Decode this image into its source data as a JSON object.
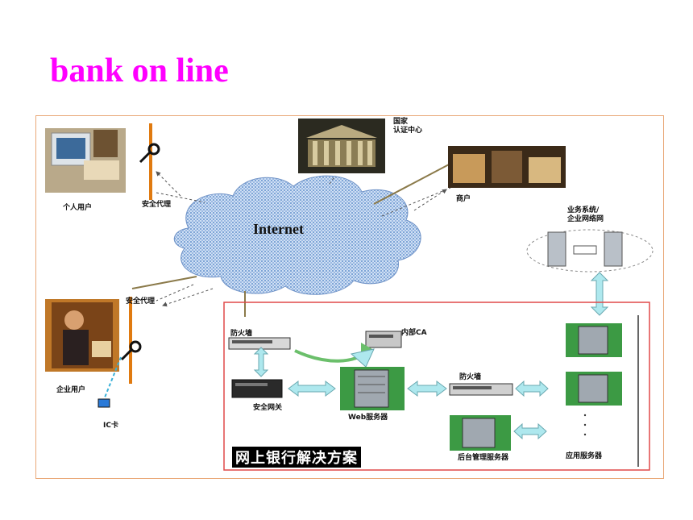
{
  "page": {
    "title": "bank on line"
  },
  "diagram": {
    "internet_label": "Internet",
    "cert_center_label": "国家\n认证中心",
    "merchant_label": "商户",
    "personal_user_label": "个人用户",
    "security_proxy_top_label": "安全代理",
    "security_proxy_left_label": "安全代理",
    "enterprise_user_label": "企业用户",
    "ic_card_label": "IC卡",
    "business_system_label": "业务系统/\n企业网络网",
    "firewall_label_1": "防火墙",
    "firewall_label_2": "防火墙",
    "internal_ca_label": "内部CA",
    "security_gateway_label": "安全网关",
    "web_server_label": "Web服务器",
    "app_server_label": "应用服务器",
    "admin_server_label": "后台管理服务器",
    "solution_title": "网上银行解决方案"
  },
  "colors": {
    "title": "#ff00ff",
    "frame": "#e9a877",
    "inner_frame": "#e04848",
    "arrow": "#aee8ee"
  }
}
